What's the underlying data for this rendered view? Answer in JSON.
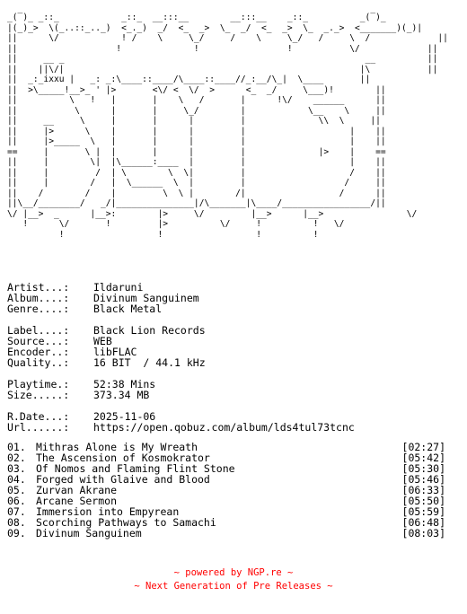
{
  "logo": {
    "ascii": "_(‾)_ _::_            _::_  __:::__        __:::__    _::_          _(‾)_\n|(_)_>  \\(_..::_.._)  <_._)  _/  <_  _>  \\_  _/  <_  _>  \\_  _._>  <_______)(_)|\n||      \\/            ! /    \\     \\_/     /    \\     \\_/   /     \\  /             ||\n||                   !              !                 !           \\/             ||\n||     __ _                                                          __          ||\n||    ||\\/|                                                         |\\           ||\n||  _:_ixxu |   _: _:\\____::____/\\____::____//_:__/\\_|  \\____       ||\n||  >\\_____!__>_ ' |>       <\\/ <  \\/  >      <_  _/     \\___)!        ||\n||          \\   !   |       |    \\   /       |      !\\/    ______      ||\n||           \\      |       |     \\_/        |            \\__    \\     ||\n||     __     \\     |       |      |         |              \\\\  \\     ||\n||     |>      \\    |       |      |         |                    |    ||\n||     |>_____  \\   |       |      |         |                    |    ||\n==     |       \\ |  |       |      |         |              |>    |    ==\n||     |        \\|  |\\______:____  |         |                    |    ||\n||     |         /  | \\        \\  \\|         |                    /    ||\n||     |        /   |  \\______  \\  |         |                   /     ||\n||    /        /    |         \\  \\ |        /|                  /      ||\n||\\__/________/   _/|_______________|/\\_______|\\____/_________________/||\n\\/ |__>  _      |__>:        |>     \\/         |__>      |__>                \\/\n   !      \\/       !         |>          \\/     !          !   \\/\n          !                  !                  !          !"
  },
  "info": {
    "artist_label": "Artist...:",
    "artist": "Ildaruni",
    "album_label": "Album....:",
    "album": "Divinum Sanguinem",
    "genre_label": "Genre....:",
    "genre": "Black Metal",
    "label_label": "Label....:",
    "label": "Black Lion Records",
    "source_label": "Source...:",
    "source": "WEB",
    "encoder_label": "Encoder..:",
    "encoder": "libFLAC",
    "quality_label": "Quality..:",
    "quality": "16 BIT  / 44.1 kHz",
    "playtime_label": "Playtime.:",
    "playtime": "52:38 Mins",
    "size_label": "Size.....:",
    "size": "373.34 MB",
    "rdate_label": "R.Date...:",
    "rdate": "2025-11-06",
    "url_label": "Url......:",
    "url": "https://open.qobuz.com/album/lds4tul73tcnc"
  },
  "tracks": [
    {
      "num": "01.",
      "title": "Mithras Alone is My Wreath",
      "duration": "[02:27]"
    },
    {
      "num": "02.",
      "title": "The Ascension of Kosmokrator",
      "duration": "[05:42]"
    },
    {
      "num": "03.",
      "title": "Of Nomos and Flaming Flint Stone",
      "duration": "[05:30]"
    },
    {
      "num": "04.",
      "title": "Forged with Glaive and Blood",
      "duration": "[05:46]"
    },
    {
      "num": "05.",
      "title": "Zurvan Akrane",
      "duration": "[06:33]"
    },
    {
      "num": "06.",
      "title": "Arcane Sermon",
      "duration": "[05:50]"
    },
    {
      "num": "07.",
      "title": "Immersion into Empyrean",
      "duration": "[05:59]"
    },
    {
      "num": "08.",
      "title": "Scorching Pathways to Samachi",
      "duration": "[06:48]"
    },
    {
      "num": "09.",
      "title": "Divinum Sanguinem",
      "duration": "[08:03]"
    }
  ],
  "footer": {
    "line1": "~ powered by NGP.re ~",
    "line2": "~ Next Generation of Pre Releases ~",
    "color": "#ff0000"
  }
}
